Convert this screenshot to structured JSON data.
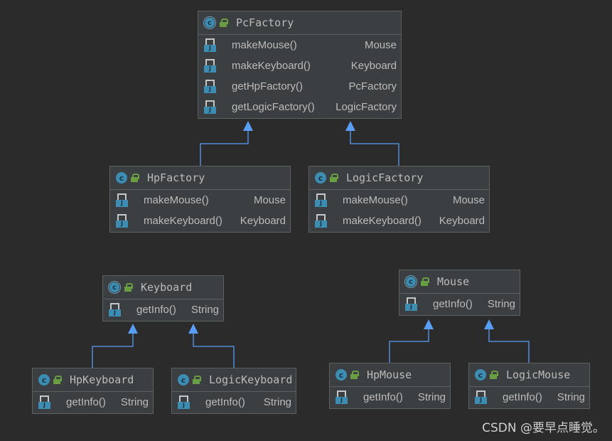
{
  "classes": {
    "pcfactory": {
      "name": "PcFactory",
      "abstract": true,
      "methods": [
        {
          "name": "makeMouse()",
          "type": "Mouse"
        },
        {
          "name": "makeKeyboard()",
          "type": "Keyboard"
        },
        {
          "name": "getHpFactory()",
          "type": "PcFactory"
        },
        {
          "name": "getLogicFactory()",
          "type": "LogicFactory"
        }
      ]
    },
    "hpfactory": {
      "name": "HpFactory",
      "methods": [
        {
          "name": "makeMouse()",
          "type": "Mouse"
        },
        {
          "name": "makeKeyboard()",
          "type": "Keyboard"
        }
      ]
    },
    "logicfactory": {
      "name": "LogicFactory",
      "methods": [
        {
          "name": "makeMouse()",
          "type": "Mouse"
        },
        {
          "name": "makeKeyboard()",
          "type": "Keyboard"
        }
      ]
    },
    "keyboard": {
      "name": "Keyboard",
      "abstract": true,
      "methods": [
        {
          "name": "getInfo()",
          "type": "String"
        }
      ]
    },
    "mouse": {
      "name": "Mouse",
      "abstract": true,
      "methods": [
        {
          "name": "getInfo()",
          "type": "String"
        }
      ]
    },
    "hpkeyboard": {
      "name": "HpKeyboard",
      "methods": [
        {
          "name": "getInfo()",
          "type": "String"
        }
      ]
    },
    "logickeyboard": {
      "name": "LogicKeyboard",
      "methods": [
        {
          "name": "getInfo()",
          "type": "String"
        }
      ]
    },
    "hpmouse": {
      "name": "HpMouse",
      "methods": [
        {
          "name": "getInfo()",
          "type": "String"
        }
      ]
    },
    "logicmouse": {
      "name": "LogicMouse",
      "methods": [
        {
          "name": "getInfo()",
          "type": "String"
        }
      ]
    }
  },
  "relations": [
    {
      "from": "hpfactory",
      "to": "pcfactory",
      "kind": "inheritance"
    },
    {
      "from": "logicfactory",
      "to": "pcfactory",
      "kind": "inheritance"
    },
    {
      "from": "hpkeyboard",
      "to": "keyboard",
      "kind": "inheritance"
    },
    {
      "from": "logickeyboard",
      "to": "keyboard",
      "kind": "inheritance"
    },
    {
      "from": "hpmouse",
      "to": "mouse",
      "kind": "inheritance"
    },
    {
      "from": "logicmouse",
      "to": "mouse",
      "kind": "inheritance"
    }
  ],
  "colors": {
    "background": "#2b2b2b",
    "box": "#3c3f41",
    "border": "#5e6060",
    "arrow": "#589df6",
    "class_icon": "#3d8db3",
    "lock_icon": "#6a9e43"
  },
  "watermark": "CSDN @要早点睡觉。"
}
